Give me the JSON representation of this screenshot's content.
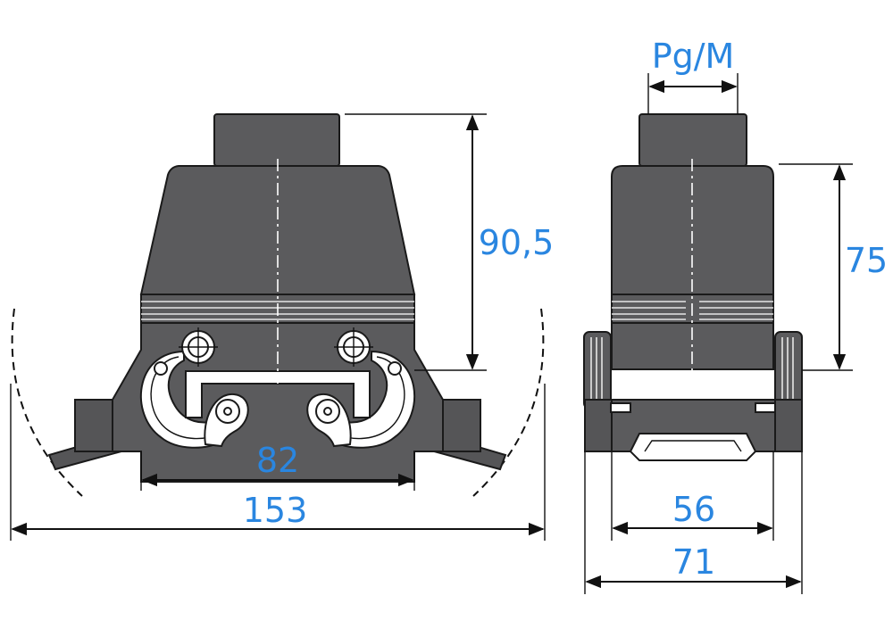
{
  "dimensions": {
    "front_height": "90,5",
    "front_inner_width": "82",
    "front_total_width": "153",
    "side_height": "75",
    "side_inner_width": "56",
    "side_total_width": "71",
    "cable_entry": "Pg/M"
  },
  "colors": {
    "dimension_text": "#2a86e0",
    "housing": "#5b5b5d",
    "lines": "#111111"
  }
}
